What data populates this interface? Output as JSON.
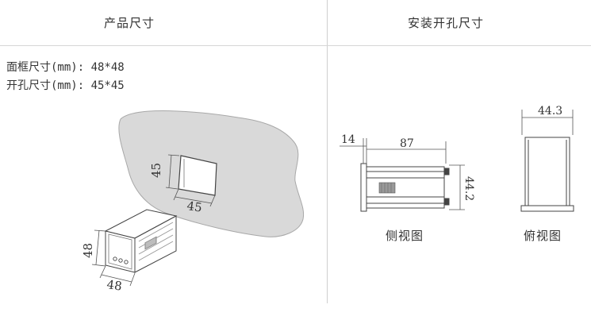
{
  "headers": {
    "product_size": "产品尺寸",
    "install_size": "安装开孔尺寸"
  },
  "specs": {
    "panel": "面框尺寸(mm): 48*48",
    "cutout": "开孔尺寸(mm): 45*45"
  },
  "cutout_dims": {
    "height": "45",
    "width": "45"
  },
  "device_dims": {
    "height": "48",
    "width": "48"
  },
  "side_view": {
    "front": "14",
    "depth": "87",
    "height": "44.2",
    "caption": "侧视图"
  },
  "top_view": {
    "width": "44.3",
    "caption": "俯视图"
  }
}
